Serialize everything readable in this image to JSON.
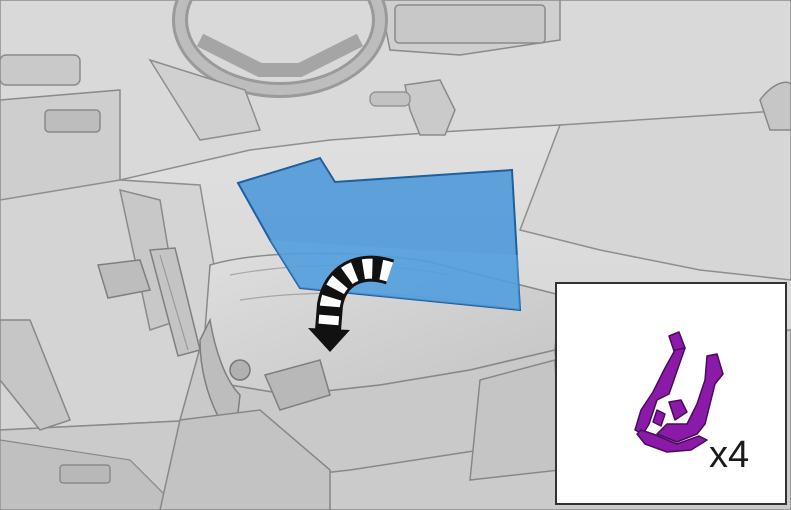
{
  "illustration": {
    "scene": "vehicle-interior-passenger-footwell",
    "highlighted_part": "footwell-side-trim-panel",
    "highlight_color": "#3a8fd9",
    "direction_indicator": "curved-arrow-down",
    "clip_color": "#8b1aa8"
  },
  "inset": {
    "quantity_label": "x4"
  }
}
